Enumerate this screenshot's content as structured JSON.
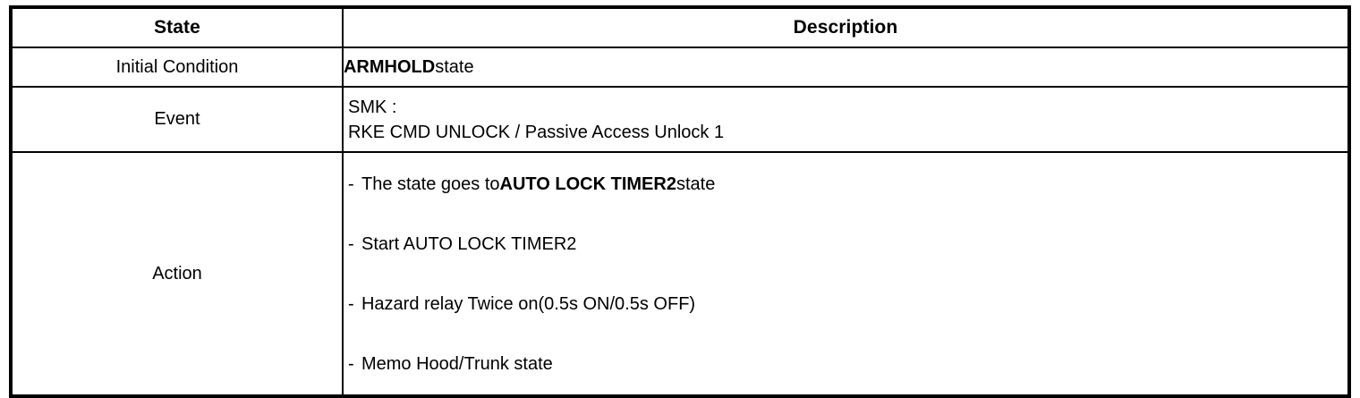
{
  "table": {
    "columns": [
      {
        "key": "state",
        "header": "State"
      },
      {
        "key": "description",
        "header": "Description"
      }
    ],
    "rows": [
      {
        "state": "Initial Condition",
        "description": {
          "lines": [
            {
              "segments": [
                {
                  "text": "ARMHOLD",
                  "bold": true
                },
                {
                  "text": "state",
                  "bold": false
                }
              ]
            }
          ]
        }
      },
      {
        "state": "Event",
        "description": {
          "lines": [
            {
              "segments": [
                {
                  "text": "SMK :",
                  "bold": false
                }
              ]
            },
            {
              "segments": [
                {
                  "text": "RKE CMD UNLOCK / Passive Access Unlock 1",
                  "bold": false
                }
              ]
            }
          ]
        }
      },
      {
        "state": "Action",
        "description": {
          "lines": [
            {
              "segments": [
                {
                  "text": "-",
                  "bold": false,
                  "dash": true
                },
                {
                  "text": "The state goes to",
                  "bold": false
                },
                {
                  "text": "AUTO LOCK TIMER2",
                  "bold": true
                },
                {
                  "text": "state",
                  "bold": false
                }
              ]
            },
            {
              "segments": [
                {
                  "text": "-",
                  "bold": false,
                  "dash": true
                },
                {
                  "text": "Start AUTO LOCK TIMER2",
                  "bold": false
                }
              ]
            },
            {
              "segments": [
                {
                  "text": "-",
                  "bold": false,
                  "dash": true
                },
                {
                  "text": "Hazard relay Twice on(0.5s ON/0.5s OFF)",
                  "bold": false
                }
              ]
            },
            {
              "segments": [
                {
                  "text": "-",
                  "bold": false,
                  "dash": true
                },
                {
                  "text": "Memo Hood/Trunk state",
                  "bold": false
                }
              ]
            }
          ]
        }
      }
    ]
  },
  "colors": {
    "border": "#000000",
    "text": "#000000",
    "background": "#ffffff"
  }
}
